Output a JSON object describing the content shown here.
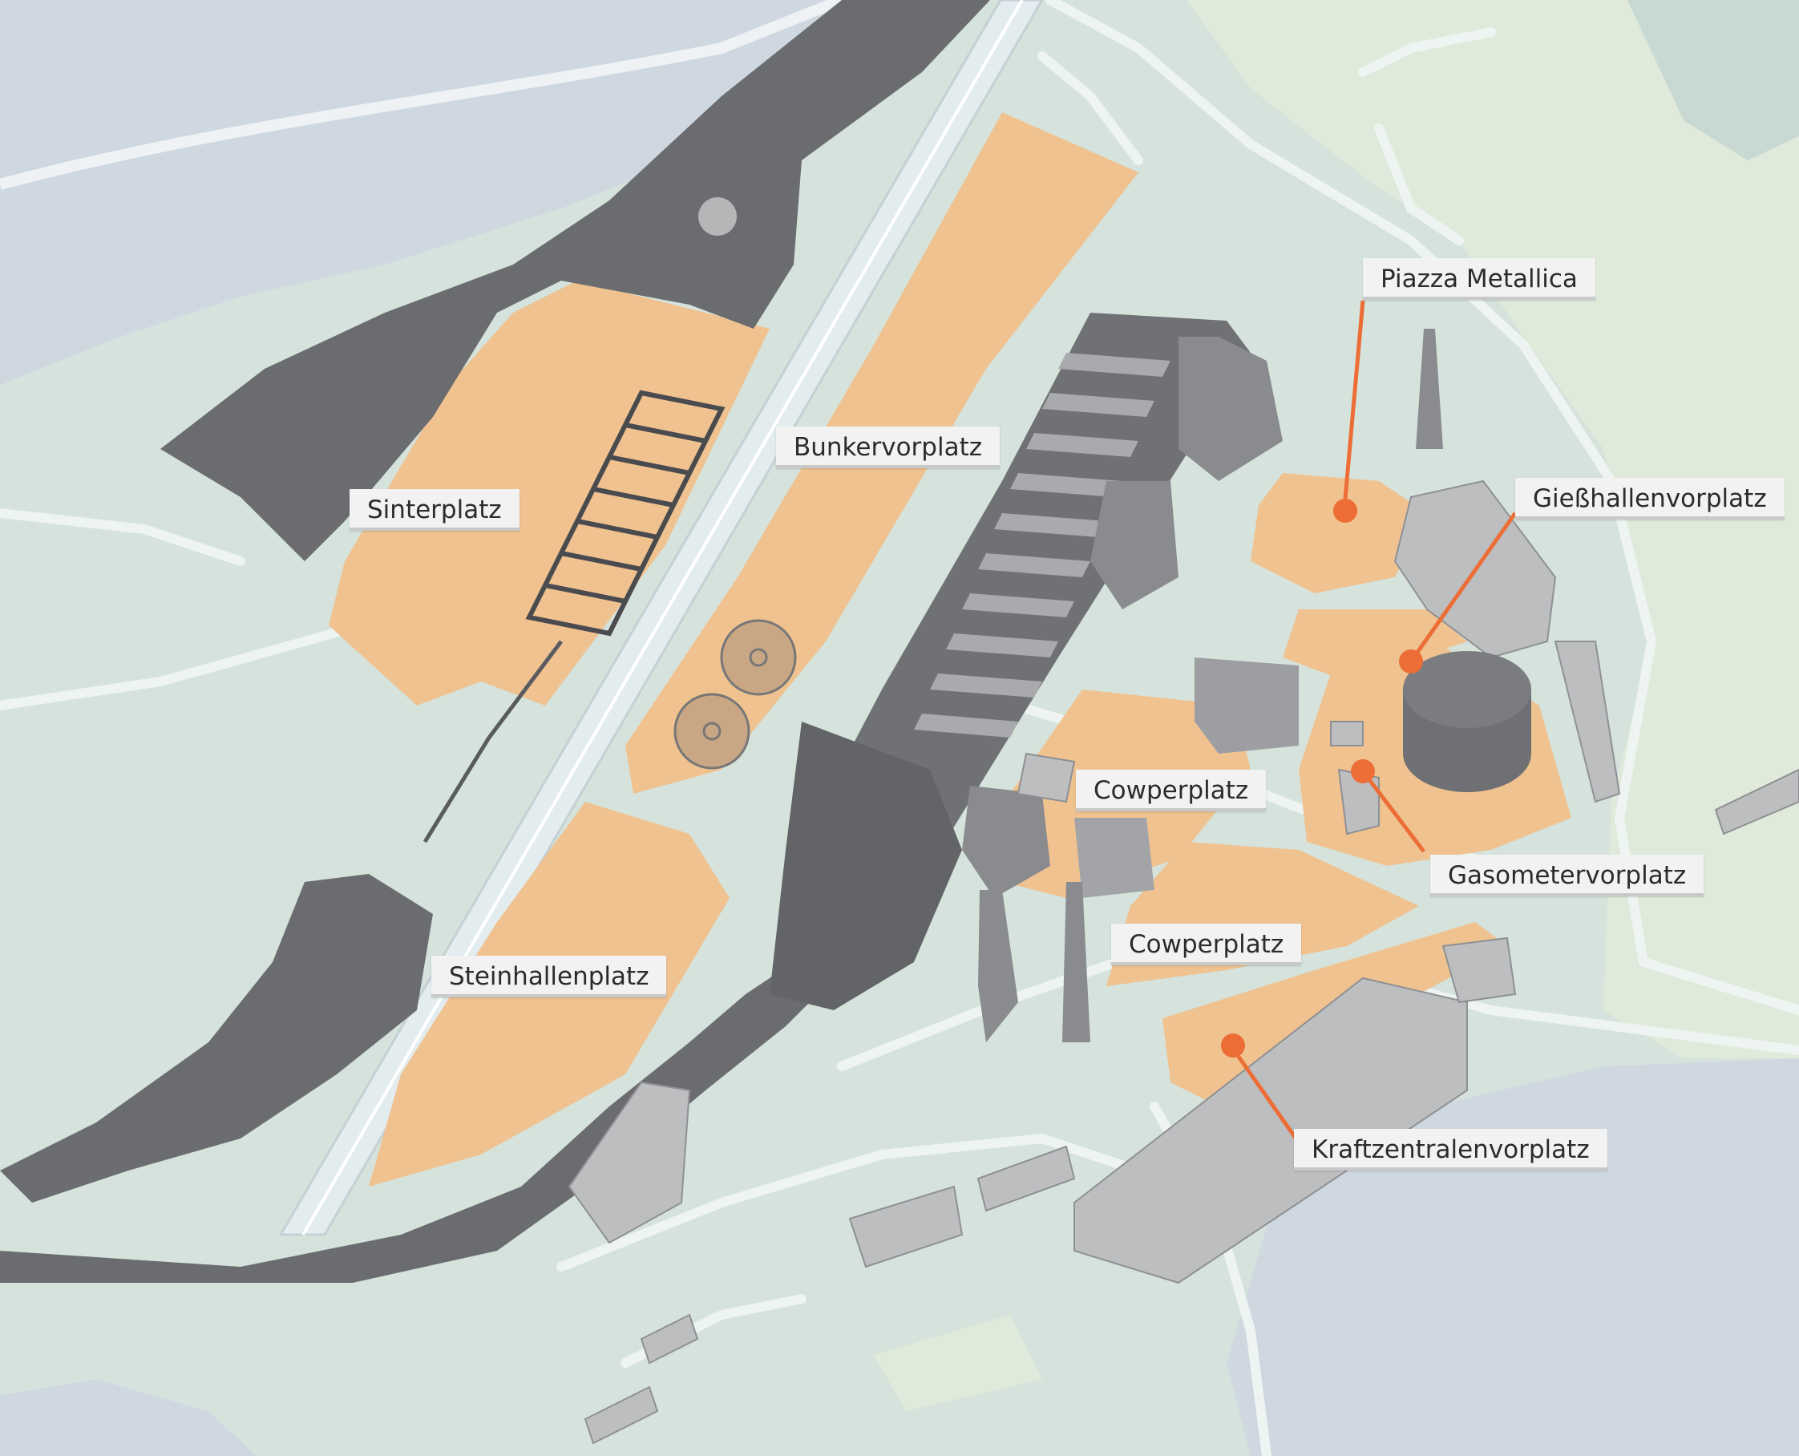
{
  "map": {
    "colors": {
      "ground": "#d5e3dc",
      "water": "#cfd8e1",
      "greenery": "#dfeadb",
      "plaza": "#efc290",
      "building_dark": "#6d6e71",
      "building_light": "#b9babc",
      "road": "#eef4f2",
      "callout": "#ec6d36"
    },
    "labels": [
      {
        "id": "piazza-metallica",
        "text": "Piazza Metallica"
      },
      {
        "id": "giesshallenvorplatz",
        "text": "Gießhallenvorplatz"
      },
      {
        "id": "bunkervorplatz",
        "text": "Bunkervorplatz"
      },
      {
        "id": "sinterplatz",
        "text": "Sinterplatz"
      },
      {
        "id": "cowperplatz-1",
        "text": "Cowperplatz"
      },
      {
        "id": "gasometervorplatz",
        "text": "Gasometervorplatz"
      },
      {
        "id": "cowperplatz-2",
        "text": "Cowperplatz"
      },
      {
        "id": "steinhallenplatz",
        "text": "Steinhallenplatz"
      },
      {
        "id": "kraftzentralenvorplatz",
        "text": "Kraftzentralenvorplatz"
      }
    ]
  }
}
